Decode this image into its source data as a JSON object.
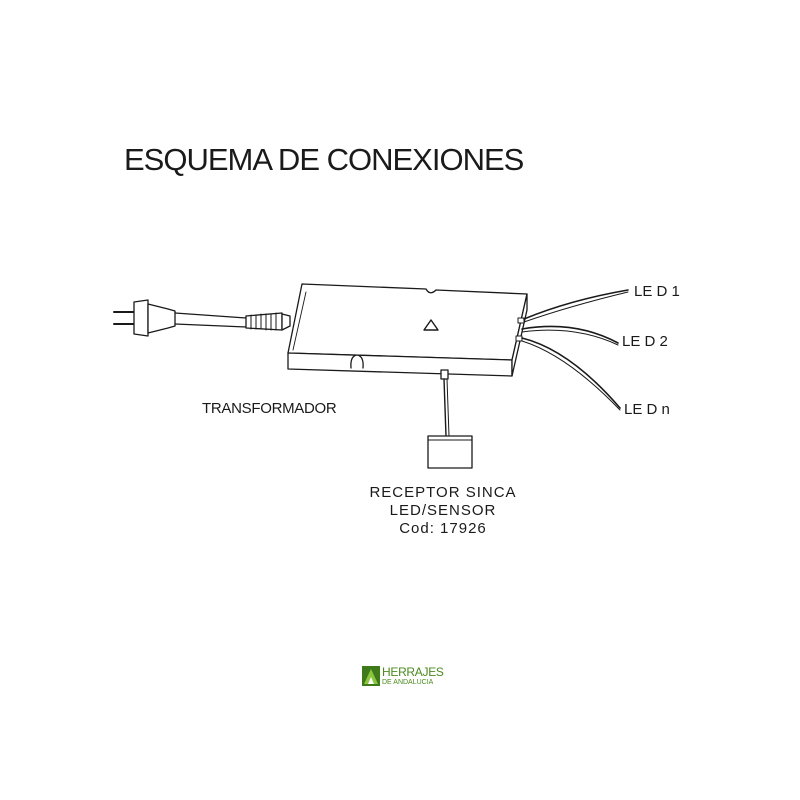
{
  "title": "ESQUEMA DE CONEXIONES",
  "labels": {
    "led1": "LE D 1",
    "led2": "LE D 2",
    "ledn": "LE D n",
    "transformador": "TRANSFORMADOR"
  },
  "receptor": {
    "line1": "RECEPTOR SINCA",
    "line2": "LED/SENSOR",
    "line3": "Cod: 17926"
  },
  "logo": {
    "main": "HERRAJES",
    "sub": "DE ANDALUCIA",
    "color": "#4a8a1e"
  },
  "colors": {
    "line": "#1a1a1a",
    "background": "#ffffff"
  }
}
